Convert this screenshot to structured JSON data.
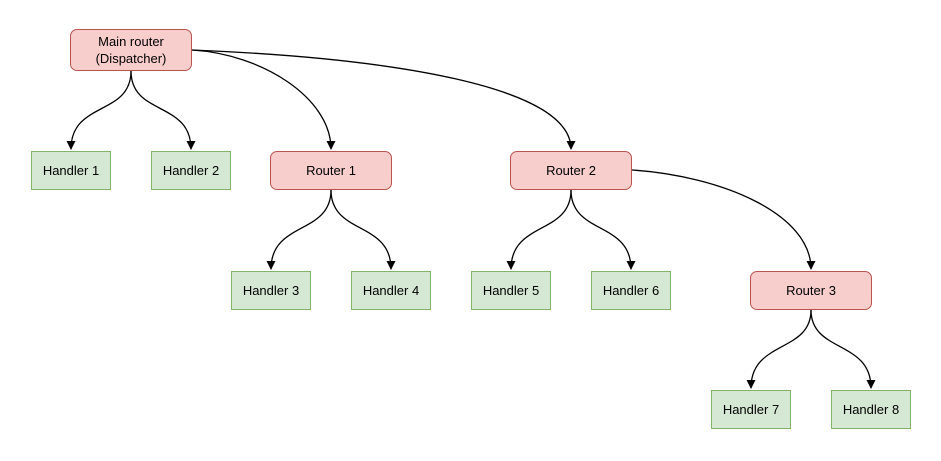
{
  "colors": {
    "router-fill": "#f8cecc",
    "router-stroke": "#b85450",
    "handler-fill": "#d5e8d4",
    "handler-stroke": "#82b366",
    "edge-color": "#000000",
    "text-color": "#000000",
    "canvas-bg": "#ffffff"
  },
  "nodes": {
    "main_router": {
      "line1": "Main router",
      "line2": "(Dispatcher)",
      "type": "router"
    },
    "handler_1": {
      "label": "Handler 1",
      "type": "handler"
    },
    "handler_2": {
      "label": "Handler 2",
      "type": "handler"
    },
    "router_1": {
      "label": "Router 1",
      "type": "router"
    },
    "router_2": {
      "label": "Router 2",
      "type": "router"
    },
    "handler_3": {
      "label": "Handler 3",
      "type": "handler"
    },
    "handler_4": {
      "label": "Handler 4",
      "type": "handler"
    },
    "handler_5": {
      "label": "Handler 5",
      "type": "handler"
    },
    "handler_6": {
      "label": "Handler 6",
      "type": "handler"
    },
    "router_3": {
      "label": "Router 3",
      "type": "router"
    },
    "handler_7": {
      "label": "Handler 7",
      "type": "handler"
    },
    "handler_8": {
      "label": "Handler 8",
      "type": "handler"
    }
  },
  "edges": [
    {
      "from": "Main router (Dispatcher)",
      "to": "Handler 1"
    },
    {
      "from": "Main router (Dispatcher)",
      "to": "Handler 2"
    },
    {
      "from": "Main router (Dispatcher)",
      "to": "Router 1"
    },
    {
      "from": "Main router (Dispatcher)",
      "to": "Router 2"
    },
    {
      "from": "Router 1",
      "to": "Handler 3"
    },
    {
      "from": "Router 1",
      "to": "Handler 4"
    },
    {
      "from": "Router 2",
      "to": "Handler 5"
    },
    {
      "from": "Router 2",
      "to": "Handler 6"
    },
    {
      "from": "Router 2",
      "to": "Router 3"
    },
    {
      "from": "Router 3",
      "to": "Handler 7"
    },
    {
      "from": "Router 3",
      "to": "Handler 8"
    }
  ]
}
